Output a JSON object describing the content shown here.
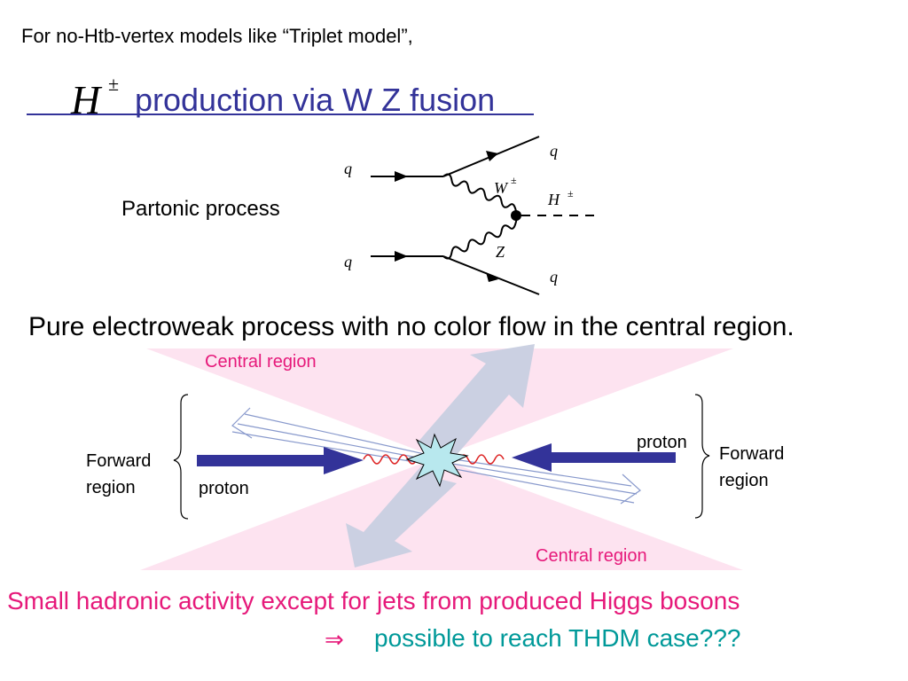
{
  "intro": "For no-Htb-vertex models like “Triplet model”,",
  "title": {
    "symbol": "H",
    "superscript": "±",
    "text": "production via W Z fusion"
  },
  "partonic_label": "Partonic process",
  "feynman": {
    "quark_in_top": "q",
    "quark_in_bottom": "q",
    "quark_out_top": "q",
    "quark_out_bottom": "q",
    "w_boson": "W",
    "w_sup": "±",
    "z_boson": "Z",
    "higgs": "H",
    "higgs_sup": "±"
  },
  "pure_text": "Pure electroweak process with no color flow in the central region.",
  "collision": {
    "central_top": "Central region",
    "central_bottom": "Central region",
    "forward_left": "Forward region",
    "forward_right": "Forward region",
    "proton_left": "proton",
    "proton_right": "proton"
  },
  "colors": {
    "title": "#333399",
    "proton_arrow": "#333399",
    "central_text": "#e6197a",
    "central_band": "#fde3f0",
    "jet_arrow": "#c8cfe0",
    "conclusion": "#009999"
  },
  "conclusion": {
    "line1": "Small hadronic activity except for jets from produced Higgs bosons",
    "arrow": "⇒",
    "line2": "possible to reach THDM case???"
  }
}
